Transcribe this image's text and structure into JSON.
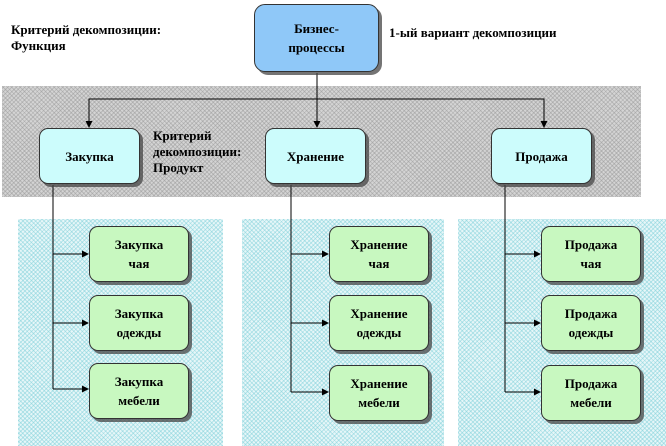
{
  "labels": {
    "criterion_function": "Критерий декомпозиции: Функция",
    "variant": "1-ый вариант декомпозиции",
    "criterion_product": "Критерий декомпозиции: Продукт"
  },
  "root": {
    "line1": "Бизнес-",
    "line2": "процессы"
  },
  "categories": [
    {
      "label": "Закупка"
    },
    {
      "label": "Хранение"
    },
    {
      "label": "Продажа"
    }
  ],
  "leaves": [
    [
      {
        "line1": "Закупка",
        "line2": "чая"
      },
      {
        "line1": "Закупка",
        "line2": "одежды"
      },
      {
        "line1": "Закупка",
        "line2": "мебели"
      }
    ],
    [
      {
        "line1": "Хранение",
        "line2": "чая"
      },
      {
        "line1": "Хранение",
        "line2": "одежды"
      },
      {
        "line1": "Хранение",
        "line2": "мебели"
      }
    ],
    [
      {
        "line1": "Продажа",
        "line2": "чая"
      },
      {
        "line1": "Продажа",
        "line2": "одежды"
      },
      {
        "line1": "Продажа",
        "line2": "мебели"
      }
    ]
  ],
  "colors": {
    "root_fill": "#8fc8f8",
    "category_fill": "#ccfcfc",
    "leaf_fill": "#c8f8c0",
    "band_fill": "#d4d4d4",
    "panel_fill": "#e6f6f8"
  }
}
